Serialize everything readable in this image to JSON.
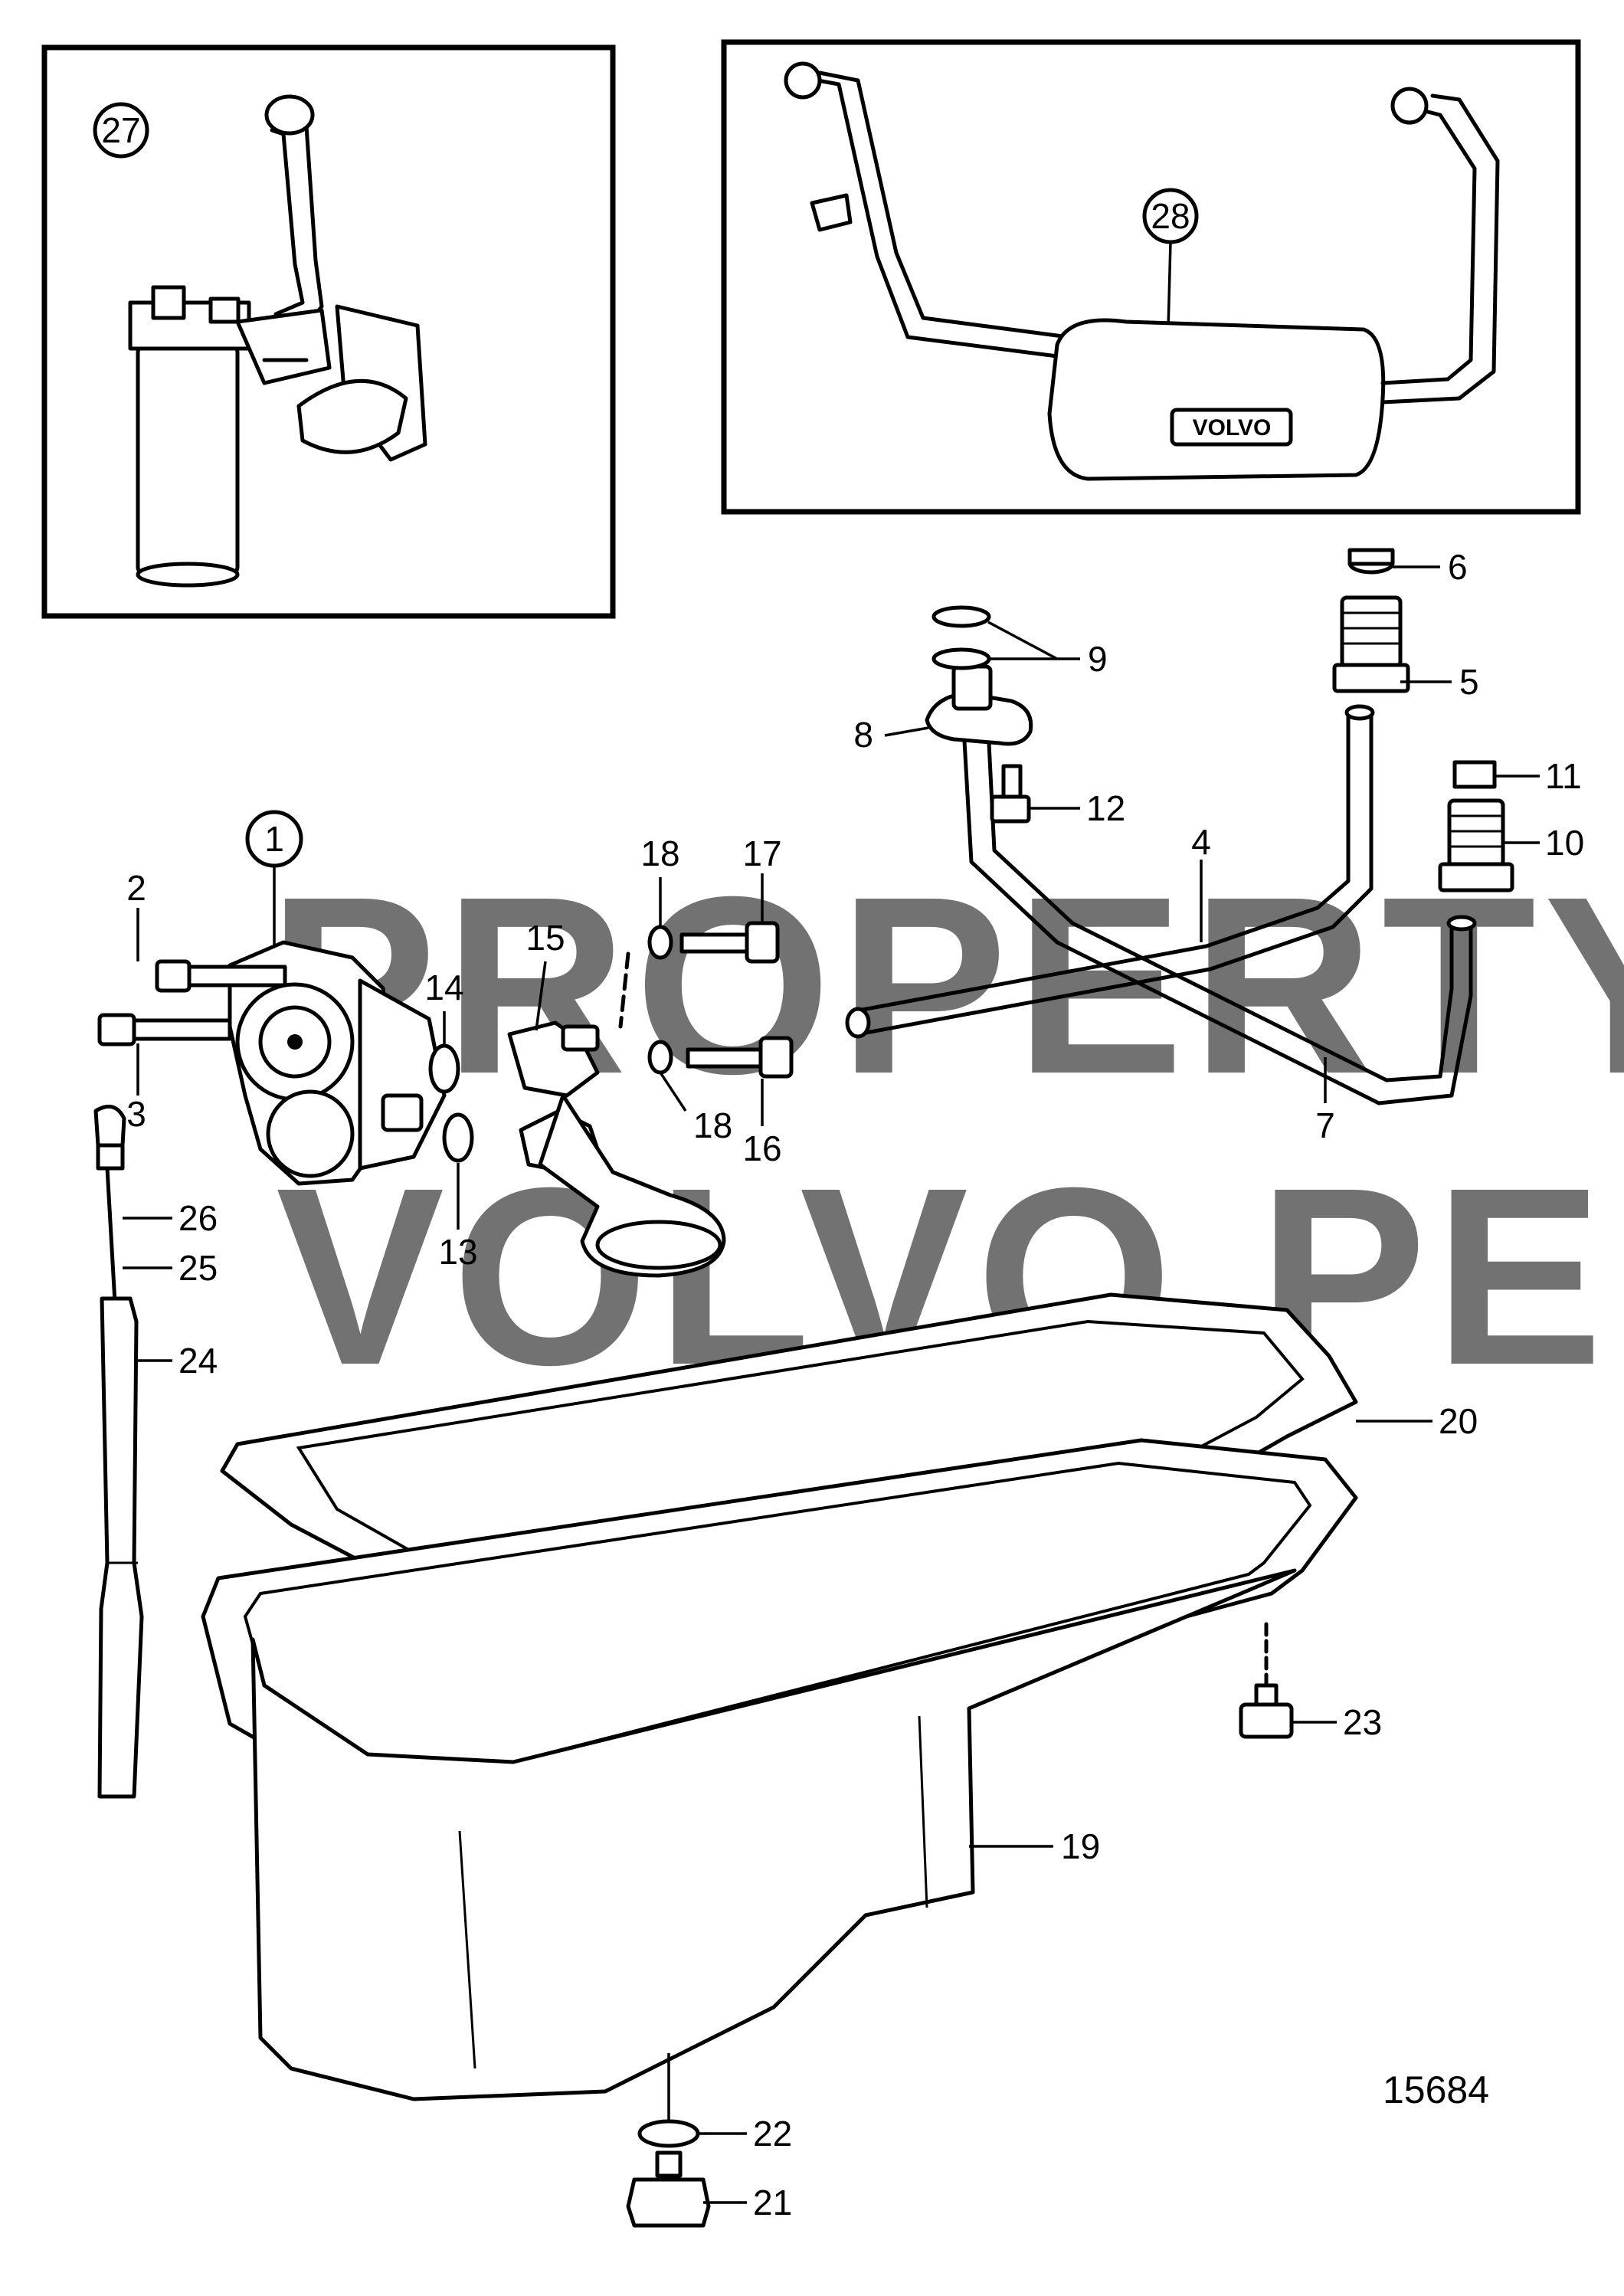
{
  "watermark": {
    "line1": "PROPERTY OF",
    "line2": "VOLVO PENTA"
  },
  "figure_number": "15684",
  "inset_left": {
    "callout": "27"
  },
  "inset_right": {
    "callout": "28",
    "brand": "VOLVO"
  },
  "callouts": {
    "c1": "1",
    "c2": "2",
    "c3": "3",
    "c4": "4",
    "c5": "5",
    "c6": "6",
    "c7": "7",
    "c8": "8",
    "c9": "9",
    "c10": "10",
    "c11": "11",
    "c12": "12",
    "c13": "13",
    "c14": "14",
    "c15": "15",
    "c16": "16",
    "c17": "17",
    "c18a": "18",
    "c18b": "18",
    "c19": "19",
    "c20": "20",
    "c21": "21",
    "c22": "22",
    "c23": "23",
    "c24": "24",
    "c25": "25",
    "c26": "26"
  }
}
